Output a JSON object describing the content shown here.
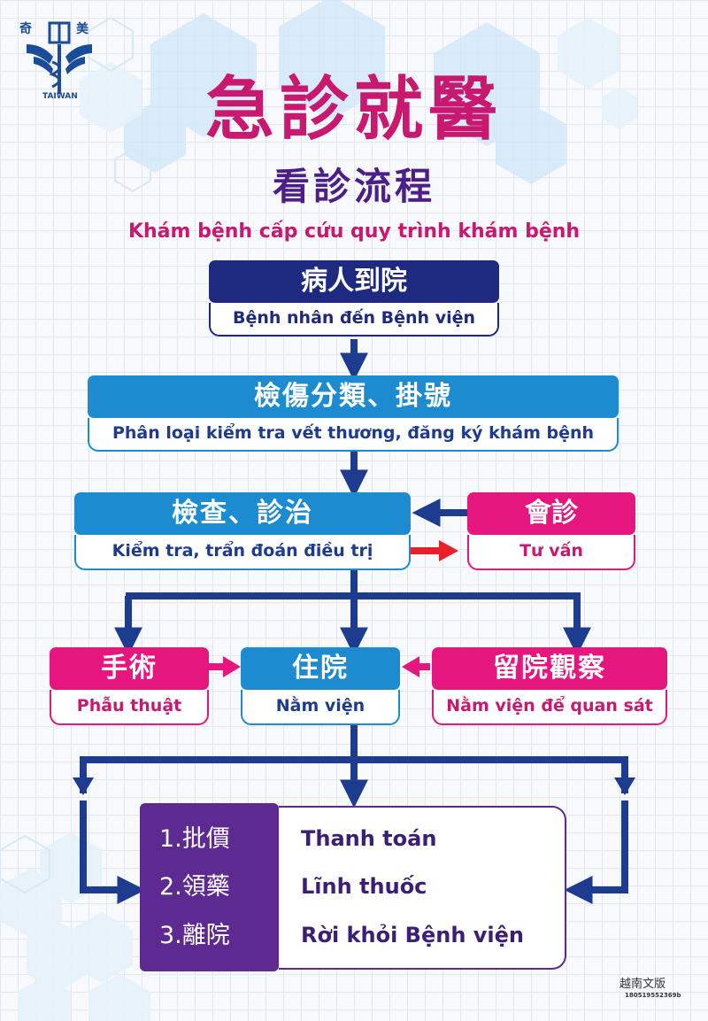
{
  "logo": {
    "line1": "奇",
    "line2": "美",
    "caption": "TAIWAN"
  },
  "title": {
    "main": "急診就醫",
    "sub": "看診流程",
    "vietnamese": "Khám bệnh cấp cứu quy trình khám bệnh"
  },
  "steps": {
    "arrival": {
      "zh": "病人到院",
      "vi": "Bệnh nhân đến Bệnh viện"
    },
    "triage": {
      "zh": "檢傷分類、掛號",
      "vi": "Phân loại kiểm tra vết thương, đăng ký khám bệnh"
    },
    "exam": {
      "zh": "檢查、診治",
      "vi": "Kiểm tra, trẩn đoán điều trị"
    },
    "consult": {
      "zh": "會診",
      "vi": "Tư vấn"
    },
    "surgery": {
      "zh": "手術",
      "vi": "Phẫu thuật"
    },
    "admission": {
      "zh": "住院",
      "vi": "Nằm viện"
    },
    "observation": {
      "zh": "留院觀察",
      "vi": "Nằm viện để quan sát"
    }
  },
  "final": {
    "items": [
      {
        "zh": "1.批價",
        "vi": "Thanh toán"
      },
      {
        "zh": "2.領藥",
        "vi": "Lĩnh thuốc"
      },
      {
        "zh": "3.離院",
        "vi": "Rời khỏi Bệnh viện"
      }
    ]
  },
  "footer": {
    "version": "越南文版",
    "code": "180519552369b"
  },
  "colors": {
    "navy": "#1d2a80",
    "blue": "#1c8bd0",
    "pink": "#e5177f",
    "purple": "#5c2a90",
    "magenta_title": "#c8186f",
    "red_arrow": "#e8202a"
  }
}
